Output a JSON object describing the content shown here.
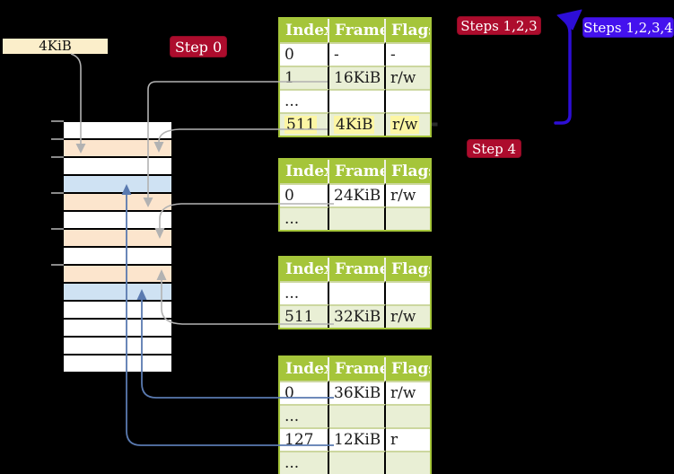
{
  "diagram": {
    "frame_size_label": "4KiB",
    "badges": [
      {
        "id": "step0",
        "label": "Step 0",
        "style": "red"
      },
      {
        "id": "steps123",
        "label": "Steps 1,2,3",
        "style": "red"
      },
      {
        "id": "steps1234",
        "label": "Steps 1,2,3,4",
        "style": "blue"
      },
      {
        "id": "step4",
        "label": "Step 4",
        "style": "red"
      }
    ],
    "memory_rows": [
      "white",
      "peach",
      "white",
      "blue",
      "peach",
      "white",
      "peach",
      "white",
      "peach",
      "blue",
      "white",
      "white",
      "white",
      "white"
    ],
    "tables": [
      {
        "id": "page-table-1",
        "headers": [
          "Index",
          "Frame",
          "Flags"
        ],
        "rows": [
          {
            "cells": [
              "0",
              "-",
              "-"
            ],
            "highlight": false
          },
          {
            "cells": [
              "1",
              "16KiB",
              "r/w"
            ],
            "highlight": false
          },
          {
            "cells": [
              "...",
              "",
              ""
            ],
            "highlight": false
          },
          {
            "cells": [
              "511",
              "4KiB",
              "r/w"
            ],
            "highlight": true
          }
        ]
      },
      {
        "id": "page-table-2",
        "headers": [
          "Index",
          "Frame",
          "Flags"
        ],
        "rows": [
          {
            "cells": [
              "0",
              "24KiB",
              "r/w"
            ],
            "highlight": false
          },
          {
            "cells": [
              "...",
              "",
              ""
            ],
            "highlight": false
          }
        ]
      },
      {
        "id": "page-table-3",
        "headers": [
          "Index",
          "Frame",
          "Flags"
        ],
        "rows": [
          {
            "cells": [
              "...",
              "",
              ""
            ],
            "highlight": false
          },
          {
            "cells": [
              "511",
              "32KiB",
              "r/w"
            ],
            "highlight": false
          }
        ]
      },
      {
        "id": "page-table-4",
        "headers": [
          "Index",
          "Frame",
          "Flags"
        ],
        "rows": [
          {
            "cells": [
              "0",
              "36KiB",
              "r/w"
            ],
            "highlight": false
          },
          {
            "cells": [
              "...",
              "",
              ""
            ],
            "highlight": false
          },
          {
            "cells": [
              "127",
              "12KiB",
              "r"
            ],
            "highlight": false
          },
          {
            "cells": [
              "...",
              "",
              ""
            ],
            "highlight": false
          }
        ]
      }
    ],
    "colors": {
      "table_header_green": "#a5c53a",
      "table_row_green": "#e9efd5",
      "row_highlight_yellow": "#fcf6a4",
      "memory_frame_peach": "#fce5cd",
      "memory_frame_blue": "#cfe2f3",
      "frame_label_cream": "#fbeeca",
      "badge_red": "#ad0c2d",
      "badge_blue": "#4412ee",
      "arrow_gray": "#b2b2b2",
      "arrow_steel_blue": "#5a7ab0",
      "arrow_deep_blue": "#2d0ed6"
    }
  }
}
